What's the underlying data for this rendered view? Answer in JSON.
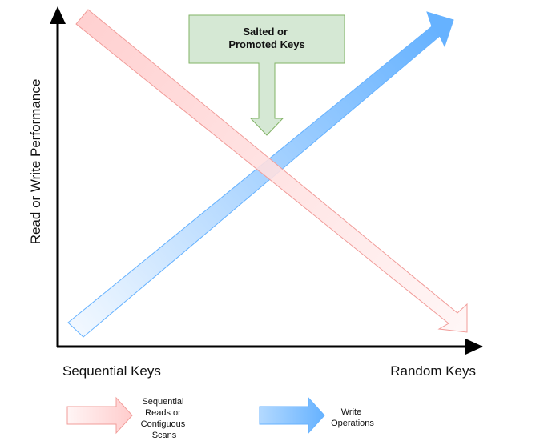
{
  "axes": {
    "y_label": "Read or Write Performance",
    "x_left_label": "Sequential Keys",
    "x_right_label": "Random Keys",
    "color": "#000000"
  },
  "callout": {
    "lines": [
      "Salted or",
      "Promoted Keys"
    ],
    "fill": "#d5e8d4",
    "stroke": "#82b366"
  },
  "arrows": {
    "reads": {
      "fill_start": "#ffcccc",
      "fill_end": "#fff5f5",
      "stroke": "#f19c99"
    },
    "writes": {
      "fill_start": "#66b2ff",
      "fill_end": "#f2f8ff",
      "stroke": "#66b2ff"
    }
  },
  "legend": {
    "reads_lines": [
      "Sequential",
      "Reads or",
      "Contiguous",
      "Scans"
    ],
    "writes_lines": [
      "Write",
      "Operations"
    ]
  }
}
